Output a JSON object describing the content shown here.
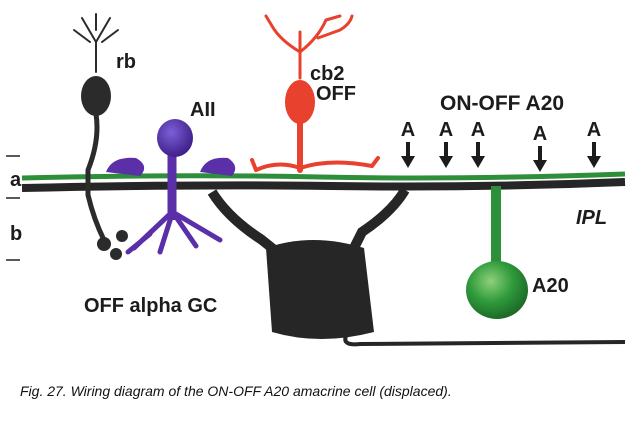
{
  "labels": {
    "rb": "rb",
    "aii": "AII",
    "cb2": "cb2",
    "cb2_off": "OFF",
    "on_off_a20": "ON-OFF A20",
    "layer_a": "a",
    "layer_b": "b",
    "ipl": "IPL",
    "a20": "A20",
    "off_alpha_gc": "OFF alpha GC"
  },
  "synapse_label": "A",
  "synapse_count": 5,
  "caption": "Fig. 27. Wiring diagram of the ON-OFF A20 amacrine cell (displaced).",
  "colors": {
    "rod_bipolar": "#2b2b2b",
    "aii_amacrine": "#5a2fa8",
    "cone_bipolar": "#e8412d",
    "a20_amacrine": "#2e8f3a",
    "ganglion_cell": "#262626"
  }
}
